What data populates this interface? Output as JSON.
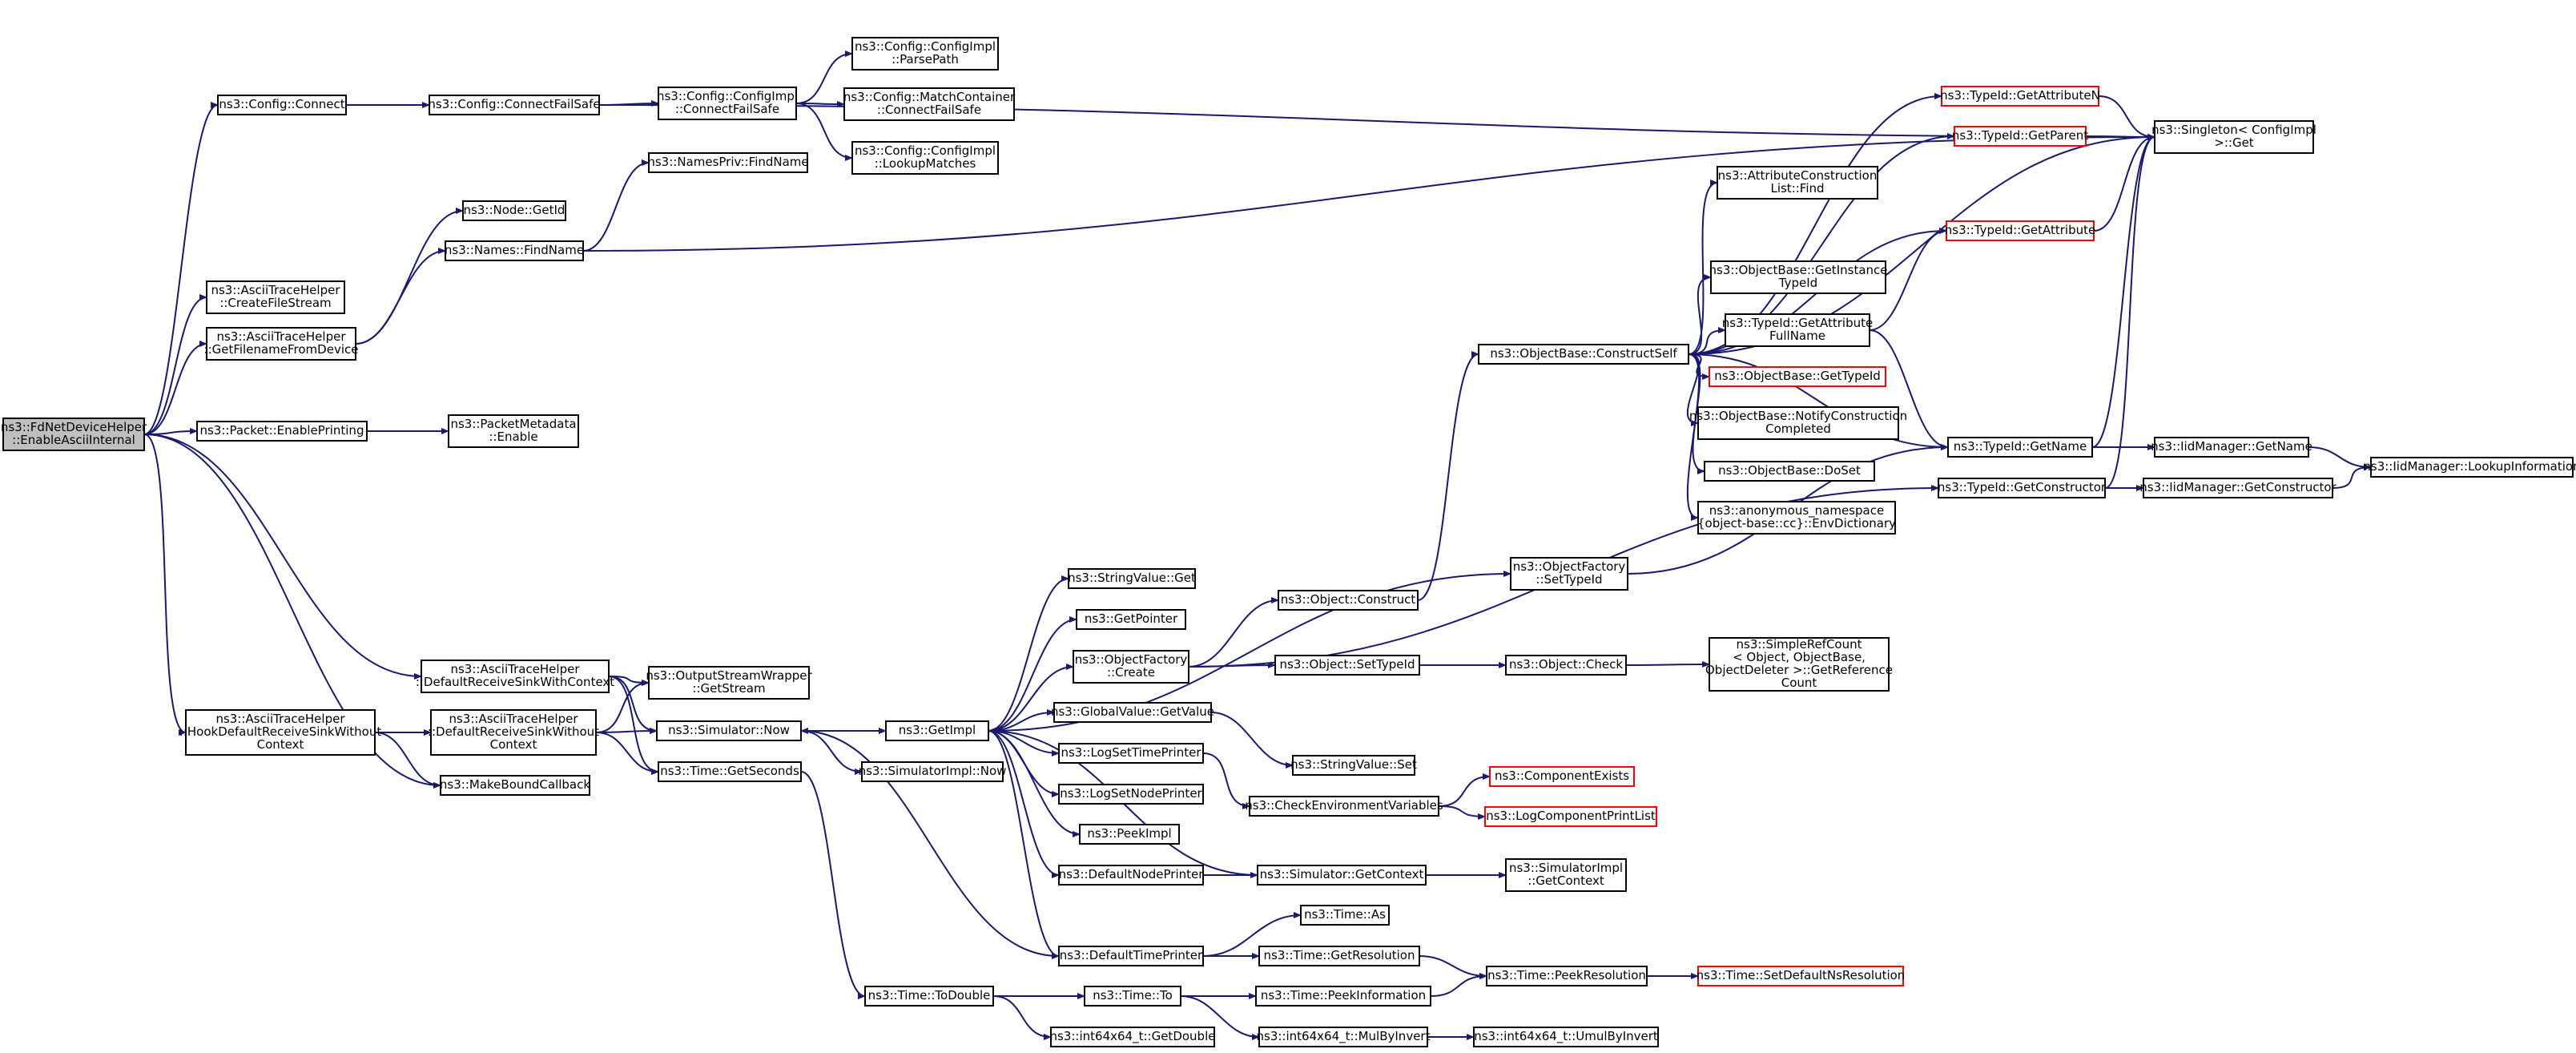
{
  "colors": {
    "edge": "#191970",
    "truncated_border": "#ff0000",
    "root_fill": "#bfbfbf",
    "node_border": "#000000",
    "background": "#ffffff"
  },
  "nodes": [
    {
      "id": "root",
      "lines": [
        "ns3::FdNetDeviceHelper",
        "::EnableAsciiInternal"
      ],
      "root": true
    },
    {
      "id": "cfgConnect",
      "lines": [
        "ns3::Config::Connect"
      ]
    },
    {
      "id": "cfgConnectFS",
      "lines": [
        "ns3::Config::ConnectFailSafe"
      ]
    },
    {
      "id": "cfgImplCFS",
      "lines": [
        "ns3::Config::ConfigImpl",
        "::ConnectFailSafe"
      ]
    },
    {
      "id": "parsePath",
      "lines": [
        "ns3::Config::ConfigImpl",
        "::ParsePath"
      ]
    },
    {
      "id": "matchCFS",
      "lines": [
        "ns3::Config::MatchContainer",
        "::ConnectFailSafe"
      ]
    },
    {
      "id": "lookupMatches",
      "lines": [
        "ns3::Config::ConfigImpl",
        "::LookupMatches"
      ]
    },
    {
      "id": "namesPrivFind",
      "lines": [
        "ns3::NamesPriv::FindName"
      ]
    },
    {
      "id": "nodeGetId",
      "lines": [
        "ns3::Node::GetId"
      ]
    },
    {
      "id": "namesFind",
      "lines": [
        "ns3::Names::FindName"
      ]
    },
    {
      "id": "createFileStream",
      "lines": [
        "ns3::AsciiTraceHelper",
        "::CreateFileStream"
      ]
    },
    {
      "id": "getFilename",
      "lines": [
        "ns3::AsciiTraceHelper",
        "::GetFilenameFromDevice"
      ]
    },
    {
      "id": "enablePrinting",
      "lines": [
        "ns3::Packet::EnablePrinting"
      ]
    },
    {
      "id": "pmEnable",
      "lines": [
        "ns3::PacketMetadata",
        "::Enable"
      ]
    },
    {
      "id": "sinkWithCtx",
      "lines": [
        "ns3::AsciiTraceHelper",
        "::DefaultReceiveSinkWithContext"
      ]
    },
    {
      "id": "hookSink",
      "lines": [
        "ns3::AsciiTraceHelper",
        "::HookDefaultReceiveSinkWithout",
        "Context"
      ]
    },
    {
      "id": "sinkWithout",
      "lines": [
        "ns3::AsciiTraceHelper",
        "::DefaultReceiveSinkWithout",
        "Context"
      ]
    },
    {
      "id": "makeBound",
      "lines": [
        "ns3::MakeBoundCallback"
      ]
    },
    {
      "id": "getStream",
      "lines": [
        "ns3::OutputStreamWrapper",
        "::GetStream"
      ]
    },
    {
      "id": "simNow",
      "lines": [
        "ns3::Simulator::Now"
      ]
    },
    {
      "id": "getSeconds",
      "lines": [
        "ns3::Time::GetSeconds"
      ]
    },
    {
      "id": "getImpl",
      "lines": [
        "ns3::GetImpl"
      ]
    },
    {
      "id": "simImplNow",
      "lines": [
        "ns3::SimulatorImpl::Now"
      ]
    },
    {
      "id": "toDouble",
      "lines": [
        "ns3::Time::ToDouble"
      ]
    },
    {
      "id": "timeTo",
      "lines": [
        "ns3::Time::To"
      ]
    },
    {
      "id": "i64GetDouble",
      "lines": [
        "ns3::int64x64_t::GetDouble"
      ]
    },
    {
      "id": "stringValueGet",
      "lines": [
        "ns3::StringValue::Get"
      ]
    },
    {
      "id": "getPointer",
      "lines": [
        "ns3::GetPointer"
      ]
    },
    {
      "id": "ofCreate",
      "lines": [
        "ns3::ObjectFactory",
        "::Create"
      ]
    },
    {
      "id": "gvGetValue",
      "lines": [
        "ns3::GlobalValue::GetValue"
      ]
    },
    {
      "id": "logSetTime",
      "lines": [
        "ns3::LogSetTimePrinter"
      ]
    },
    {
      "id": "logSetNode",
      "lines": [
        "ns3::LogSetNodePrinter"
      ]
    },
    {
      "id": "peekImpl",
      "lines": [
        "ns3::PeekImpl"
      ]
    },
    {
      "id": "defNodePrinter",
      "lines": [
        "ns3::DefaultNodePrinter"
      ]
    },
    {
      "id": "defTimePrinter",
      "lines": [
        "ns3::DefaultTimePrinter"
      ]
    },
    {
      "id": "objConstruct",
      "lines": [
        "ns3::Object::Construct"
      ]
    },
    {
      "id": "objSetTypeId",
      "lines": [
        "ns3::Object::SetTypeId"
      ]
    },
    {
      "id": "stringValueSet",
      "lines": [
        "ns3::StringValue::Set"
      ]
    },
    {
      "id": "checkEnv",
      "lines": [
        "ns3::CheckEnvironmentVariables"
      ]
    },
    {
      "id": "simGetContext",
      "lines": [
        "ns3::Simulator::GetContext"
      ]
    },
    {
      "id": "timeAs",
      "lines": [
        "ns3::Time::As"
      ]
    },
    {
      "id": "timeGetRes",
      "lines": [
        "ns3::Time::GetResolution"
      ]
    },
    {
      "id": "timePeekInfo",
      "lines": [
        "ns3::Time::PeekInformation"
      ]
    },
    {
      "id": "mulByInvert",
      "lines": [
        "ns3::int64x64_t::MulByInvert"
      ]
    },
    {
      "id": "umulByInvert",
      "lines": [
        "ns3::int64x64_t::UmulByInvert"
      ]
    },
    {
      "id": "constructSelf",
      "lines": [
        "ns3::ObjectBase::ConstructSelf"
      ]
    },
    {
      "id": "ofSetTypeId",
      "lines": [
        "ns3::ObjectFactory",
        "::SetTypeId"
      ]
    },
    {
      "id": "objCheck",
      "lines": [
        "ns3::Object::Check"
      ]
    },
    {
      "id": "componentExists",
      "lines": [
        "ns3::ComponentExists"
      ],
      "red": true
    },
    {
      "id": "logCompPrint",
      "lines": [
        "ns3::LogComponentPrintList"
      ],
      "red": true
    },
    {
      "id": "simImplGetCtx",
      "lines": [
        "ns3::SimulatorImpl",
        "::GetContext"
      ]
    },
    {
      "id": "timePeekRes",
      "lines": [
        "ns3::Time::PeekResolution"
      ]
    },
    {
      "id": "setDefNsRes",
      "lines": [
        "ns3::Time::SetDefaultNsResolution"
      ],
      "red": true
    },
    {
      "id": "simpleRefCount",
      "lines": [
        "ns3::SimpleRefCount",
        "< Object, ObjectBase,",
        "ObjectDeleter >::GetReference",
        "Count"
      ]
    },
    {
      "id": "acListFind",
      "lines": [
        "ns3::AttributeConstruction",
        "List::Find"
      ]
    },
    {
      "id": "obGetInstTid",
      "lines": [
        "ns3::ObjectBase::GetInstance",
        "TypeId"
      ]
    },
    {
      "id": "tidGetAttrFull",
      "lines": [
        "ns3::TypeId::GetAttribute",
        "FullName"
      ]
    },
    {
      "id": "obGetTypeId",
      "lines": [
        "ns3::ObjectBase::GetTypeId"
      ],
      "red": true
    },
    {
      "id": "obNotify",
      "lines": [
        "ns3::ObjectBase::NotifyConstruction",
        "Completed"
      ]
    },
    {
      "id": "obDoSet",
      "lines": [
        "ns3::ObjectBase::DoSet"
      ]
    },
    {
      "id": "envDict",
      "lines": [
        "ns3::anonymous_namespace",
        "{object-base::cc}::EnvDictionary"
      ]
    },
    {
      "id": "tidGetAttrN",
      "lines": [
        "ns3::TypeId::GetAttributeN"
      ],
      "red": true
    },
    {
      "id": "tidGetParent",
      "lines": [
        "ns3::TypeId::GetParent"
      ],
      "red": true
    },
    {
      "id": "tidGetAttr",
      "lines": [
        "ns3::TypeId::GetAttribute"
      ],
      "red": true
    },
    {
      "id": "tidGetName",
      "lines": [
        "ns3::TypeId::GetName"
      ]
    },
    {
      "id": "tidGetCtor",
      "lines": [
        "ns3::TypeId::GetConstructor"
      ]
    },
    {
      "id": "singletonGet",
      "lines": [
        "ns3::Singleton< ConfigImpl",
        ">::Get"
      ]
    },
    {
      "id": "iidGetName",
      "lines": [
        "ns3::IidManager::GetName"
      ]
    },
    {
      "id": "iidGetCtor",
      "lines": [
        "ns3::IidManager::GetConstructor"
      ]
    },
    {
      "id": "iidLookup",
      "lines": [
        "ns3::IidManager::LookupInformation"
      ]
    }
  ],
  "edges": [
    [
      "root",
      "cfgConnect"
    ],
    [
      "root",
      "createFileStream"
    ],
    [
      "root",
      "getFilename"
    ],
    [
      "root",
      "enablePrinting"
    ],
    [
      "root",
      "sinkWithCtx"
    ],
    [
      "root",
      "hookSink"
    ],
    [
      "root",
      "makeBound"
    ],
    [
      "cfgConnect",
      "cfgConnectFS"
    ],
    [
      "cfgConnectFS",
      "cfgImplCFS"
    ],
    [
      "cfgConnectFS",
      "singletonGet"
    ],
    [
      "cfgImplCFS",
      "parsePath"
    ],
    [
      "cfgImplCFS",
      "matchCFS"
    ],
    [
      "cfgImplCFS",
      "lookupMatches"
    ],
    [
      "getFilename",
      "nodeGetId"
    ],
    [
      "getFilename",
      "namesFind"
    ],
    [
      "namesFind",
      "namesPrivFind"
    ],
    [
      "namesFind",
      "singletonGet"
    ],
    [
      "enablePrinting",
      "pmEnable"
    ],
    [
      "sinkWithCtx",
      "getStream"
    ],
    [
      "sinkWithCtx",
      "simNow"
    ],
    [
      "sinkWithCtx",
      "getSeconds"
    ],
    [
      "hookSink",
      "sinkWithout"
    ],
    [
      "hookSink",
      "makeBound"
    ],
    [
      "sinkWithout",
      "getStream"
    ],
    [
      "sinkWithout",
      "simNow"
    ],
    [
      "sinkWithout",
      "getSeconds"
    ],
    [
      "simNow",
      "getImpl"
    ],
    [
      "simNow",
      "simImplNow"
    ],
    [
      "getSeconds",
      "toDouble"
    ],
    [
      "getImpl",
      "stringValueGet"
    ],
    [
      "getImpl",
      "getPointer"
    ],
    [
      "getImpl",
      "ofCreate"
    ],
    [
      "getImpl",
      "gvGetValue"
    ],
    [
      "getImpl",
      "logSetTime"
    ],
    [
      "getImpl",
      "logSetNode"
    ],
    [
      "getImpl",
      "peekImpl"
    ],
    [
      "getImpl",
      "defNodePrinter"
    ],
    [
      "getImpl",
      "defTimePrinter"
    ],
    [
      "getImpl",
      "ofSetTypeId"
    ],
    [
      "ofCreate",
      "objConstruct"
    ],
    [
      "ofCreate",
      "objSetTypeId"
    ],
    [
      "ofCreate",
      "tidGetCtor"
    ],
    [
      "gvGetValue",
      "stringValueSet"
    ],
    [
      "logSetTime",
      "checkEnv"
    ],
    [
      "defNodePrinter",
      "simGetContext"
    ],
    [
      "simGetContext",
      "getImpl"
    ],
    [
      "simGetContext",
      "simImplGetCtx"
    ],
    [
      "defTimePrinter",
      "simNow"
    ],
    [
      "defTimePrinter",
      "timeAs"
    ],
    [
      "defTimePrinter",
      "timeGetRes"
    ],
    [
      "checkEnv",
      "componentExists"
    ],
    [
      "checkEnv",
      "logCompPrint"
    ],
    [
      "objConstruct",
      "constructSelf"
    ],
    [
      "objSetTypeId",
      "objCheck"
    ],
    [
      "objCheck",
      "simpleRefCount"
    ],
    [
      "ofSetTypeId",
      "tidGetName"
    ],
    [
      "toDouble",
      "timeTo"
    ],
    [
      "toDouble",
      "i64GetDouble"
    ],
    [
      "timeTo",
      "timePeekInfo"
    ],
    [
      "timeTo",
      "mulByInvert"
    ],
    [
      "mulByInvert",
      "umulByInvert"
    ],
    [
      "timeGetRes",
      "timePeekRes"
    ],
    [
      "timePeekInfo",
      "timePeekRes"
    ],
    [
      "timePeekRes",
      "setDefNsRes"
    ],
    [
      "constructSelf",
      "acListFind"
    ],
    [
      "constructSelf",
      "obGetInstTid"
    ],
    [
      "constructSelf",
      "tidGetAttrFull"
    ],
    [
      "constructSelf",
      "obGetTypeId"
    ],
    [
      "constructSelf",
      "obNotify"
    ],
    [
      "constructSelf",
      "obDoSet"
    ],
    [
      "constructSelf",
      "envDict"
    ],
    [
      "constructSelf",
      "tidGetAttrN"
    ],
    [
      "constructSelf",
      "tidGetParent"
    ],
    [
      "constructSelf",
      "tidGetAttr"
    ],
    [
      "constructSelf",
      "tidGetName"
    ],
    [
      "constructSelf",
      "singletonGet"
    ],
    [
      "tidGetAttrFull",
      "tidGetAttr"
    ],
    [
      "tidGetAttrFull",
      "tidGetName"
    ],
    [
      "tidGetAttrN",
      "singletonGet"
    ],
    [
      "tidGetParent",
      "singletonGet"
    ],
    [
      "tidGetAttr",
      "singletonGet"
    ],
    [
      "tidGetName",
      "singletonGet"
    ],
    [
      "tidGetName",
      "iidGetName"
    ],
    [
      "tidGetCtor",
      "singletonGet"
    ],
    [
      "tidGetCtor",
      "iidGetCtor"
    ],
    [
      "iidGetName",
      "iidLookup"
    ],
    [
      "iidGetCtor",
      "iidLookup"
    ]
  ]
}
